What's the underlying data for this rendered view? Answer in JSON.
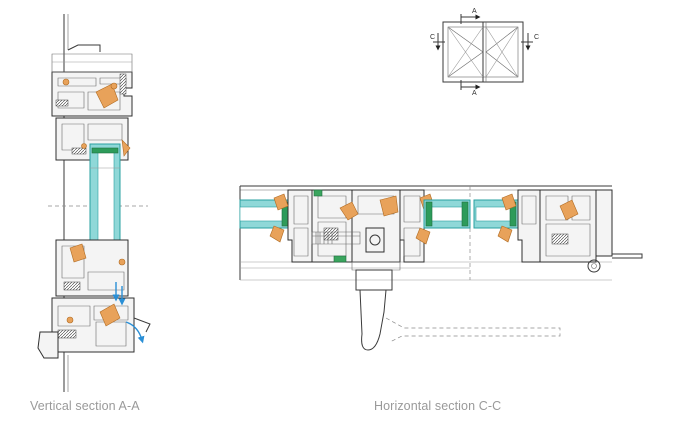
{
  "captions": {
    "vertical": "Vertical section A-A",
    "horizontal": "Horizontal section C-C"
  },
  "key_plan": {
    "markers": {
      "a_top": "A",
      "a_bottom": "A",
      "c_left": "C",
      "c_right": "C"
    }
  },
  "colors": {
    "glass": "#8fd8d8",
    "gasket": "#e8a25a",
    "spacer": "#2d9b5a",
    "drain_arrow": "#2a8fd6",
    "caption": "#9a9a9a"
  }
}
